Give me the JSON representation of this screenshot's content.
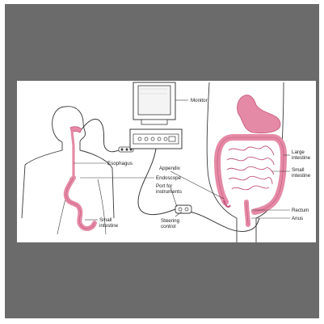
{
  "labels": {
    "monitor": "Monitor",
    "esophagus": "Esophagus",
    "endoscope": "Endoscope",
    "appendix": "Appendix",
    "port_line1": "Port for",
    "port_line2": "instruments",
    "steering_line1": "Steering",
    "steering_line2": "control",
    "small_intestine_left_line1": "Small",
    "small_intestine_left_line2": "intestine",
    "large_intestine_line1": "Large",
    "large_intestine_line2": "intestine",
    "small_intestine_right_line1": "Small",
    "small_intestine_right_line2": "intestine",
    "rectum": "Rectum",
    "anus": "Anus"
  },
  "colors": {
    "background_frame": "#6b6b6b",
    "figure_background": "#ffffff",
    "organ_fill": "#e58aa6",
    "organ_stroke": "#c2557a",
    "outline": "#3a3a3a"
  }
}
